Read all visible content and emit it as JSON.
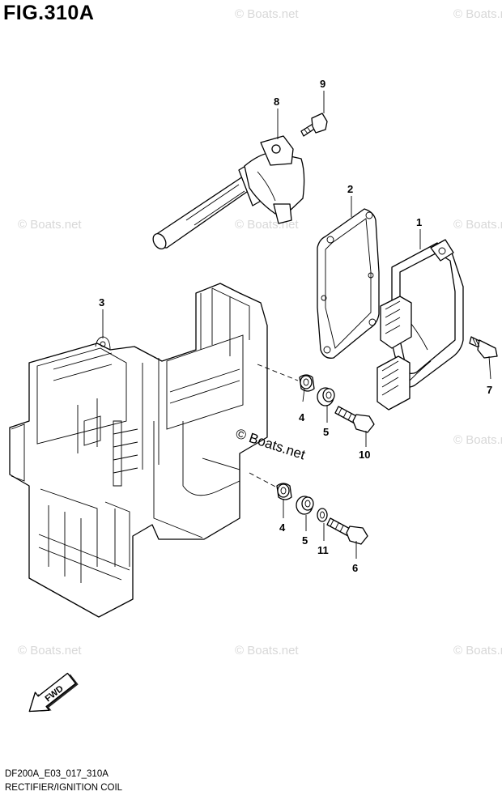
{
  "figure": {
    "title": "FIG.310A",
    "code": "DF200A_E03_017_310A",
    "caption": "RECTIFIER/IGNITION COIL"
  },
  "watermark": {
    "text": "© Boats.net"
  },
  "callouts": [
    "1",
    "2",
    "3",
    "4",
    "4",
    "5",
    "5",
    "6",
    "7",
    "8",
    "9",
    "10",
    "11"
  ],
  "direction_arrow": {
    "label": "FWD"
  },
  "colors": {
    "line": "#000000",
    "background": "#ffffff",
    "watermark": "#d8d8d8"
  }
}
